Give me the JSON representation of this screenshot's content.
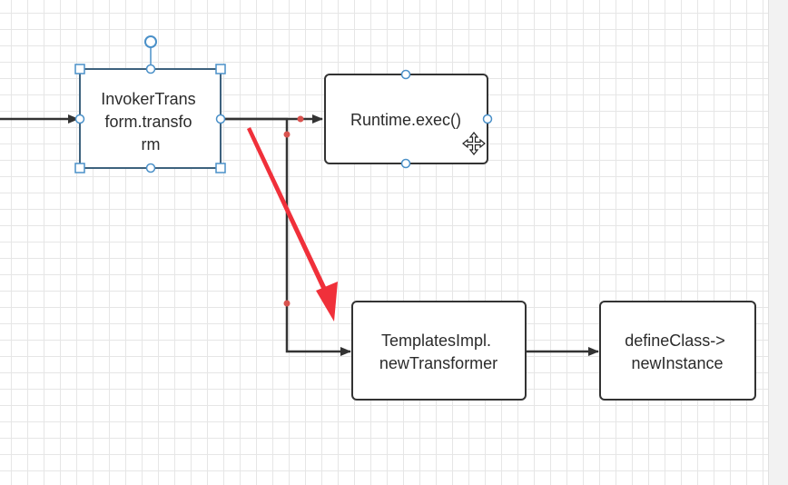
{
  "nodes": {
    "invoker": {
      "lines": [
        "InvokerTrans",
        "form.transfo",
        "rm"
      ],
      "selected": true
    },
    "runtime": {
      "lines": [
        "Runtime.exec()"
      ]
    },
    "templates": {
      "lines": [
        "TemplatesImpl.",
        "newTransformer"
      ]
    },
    "defineclass": {
      "lines": [
        "defineClass->",
        "newInstance"
      ]
    }
  },
  "colors": {
    "edge": "#333333",
    "node_border": "#333333",
    "selection": "#4a90c8",
    "annotation_arrow": "#f0303a",
    "waypoint": "#d9534f",
    "grid": "#e6e6e6"
  },
  "icons": {
    "cursor": "move-cursor-icon"
  }
}
